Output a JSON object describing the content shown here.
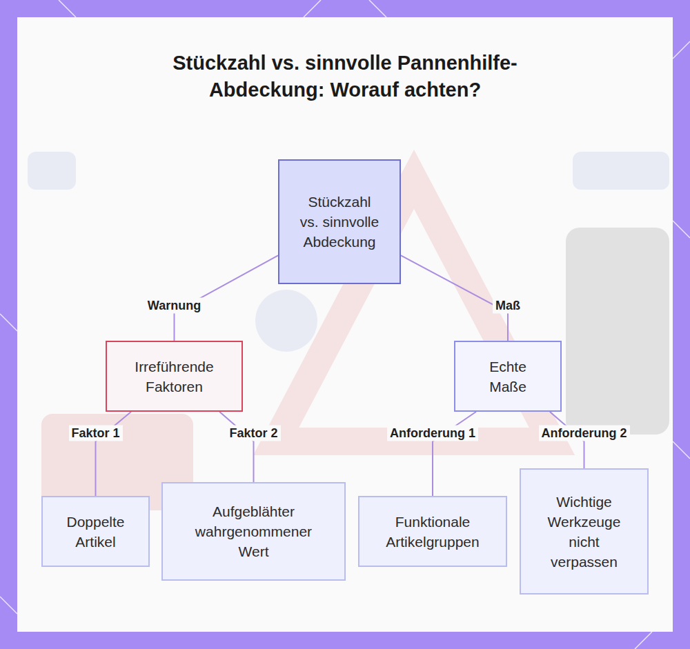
{
  "diagram": {
    "title": "Stückzahl vs. sinnvolle Pannenhilfe-Abdeckung: Worauf achten?",
    "nodes": [
      {
        "text": [
          "Stückzahl vs. sinnvolle Abdeckung"
        ]
      },
      {
        "text": [
          "Irreführende Faktoren"
        ]
      },
      {
        "text": [
          "Echte Maße"
        ]
      },
      {
        "text": [
          "Doppelte Artikel"
        ]
      },
      {
        "text": [
          "Aufgeblähter wahrgenommener Wert"
        ]
      },
      {
        "text": [
          "Funktionale Artikelgruppen"
        ]
      },
      {
        "text": [
          "Wichtige Werkzeuge nicht verpassen"
        ]
      }
    ],
    "edges": [
      {
        "from": 0,
        "to": 1,
        "label": "Warnung",
        "arrow": "none"
      },
      {
        "from": 0,
        "to": 2,
        "label": "Maß",
        "arrow": "none"
      },
      {
        "from": 1,
        "to": 3,
        "label": "Faktor 1",
        "arrow": "none"
      },
      {
        "from": 1,
        "to": 4,
        "label": "Faktor 2",
        "arrow": "none"
      },
      {
        "from": 2,
        "to": 5,
        "label": "Anforderung 1",
        "arrow": "none"
      },
      {
        "from": 2,
        "to": 6,
        "label": "Anforderung 2",
        "arrow": "none"
      }
    ]
  }
}
